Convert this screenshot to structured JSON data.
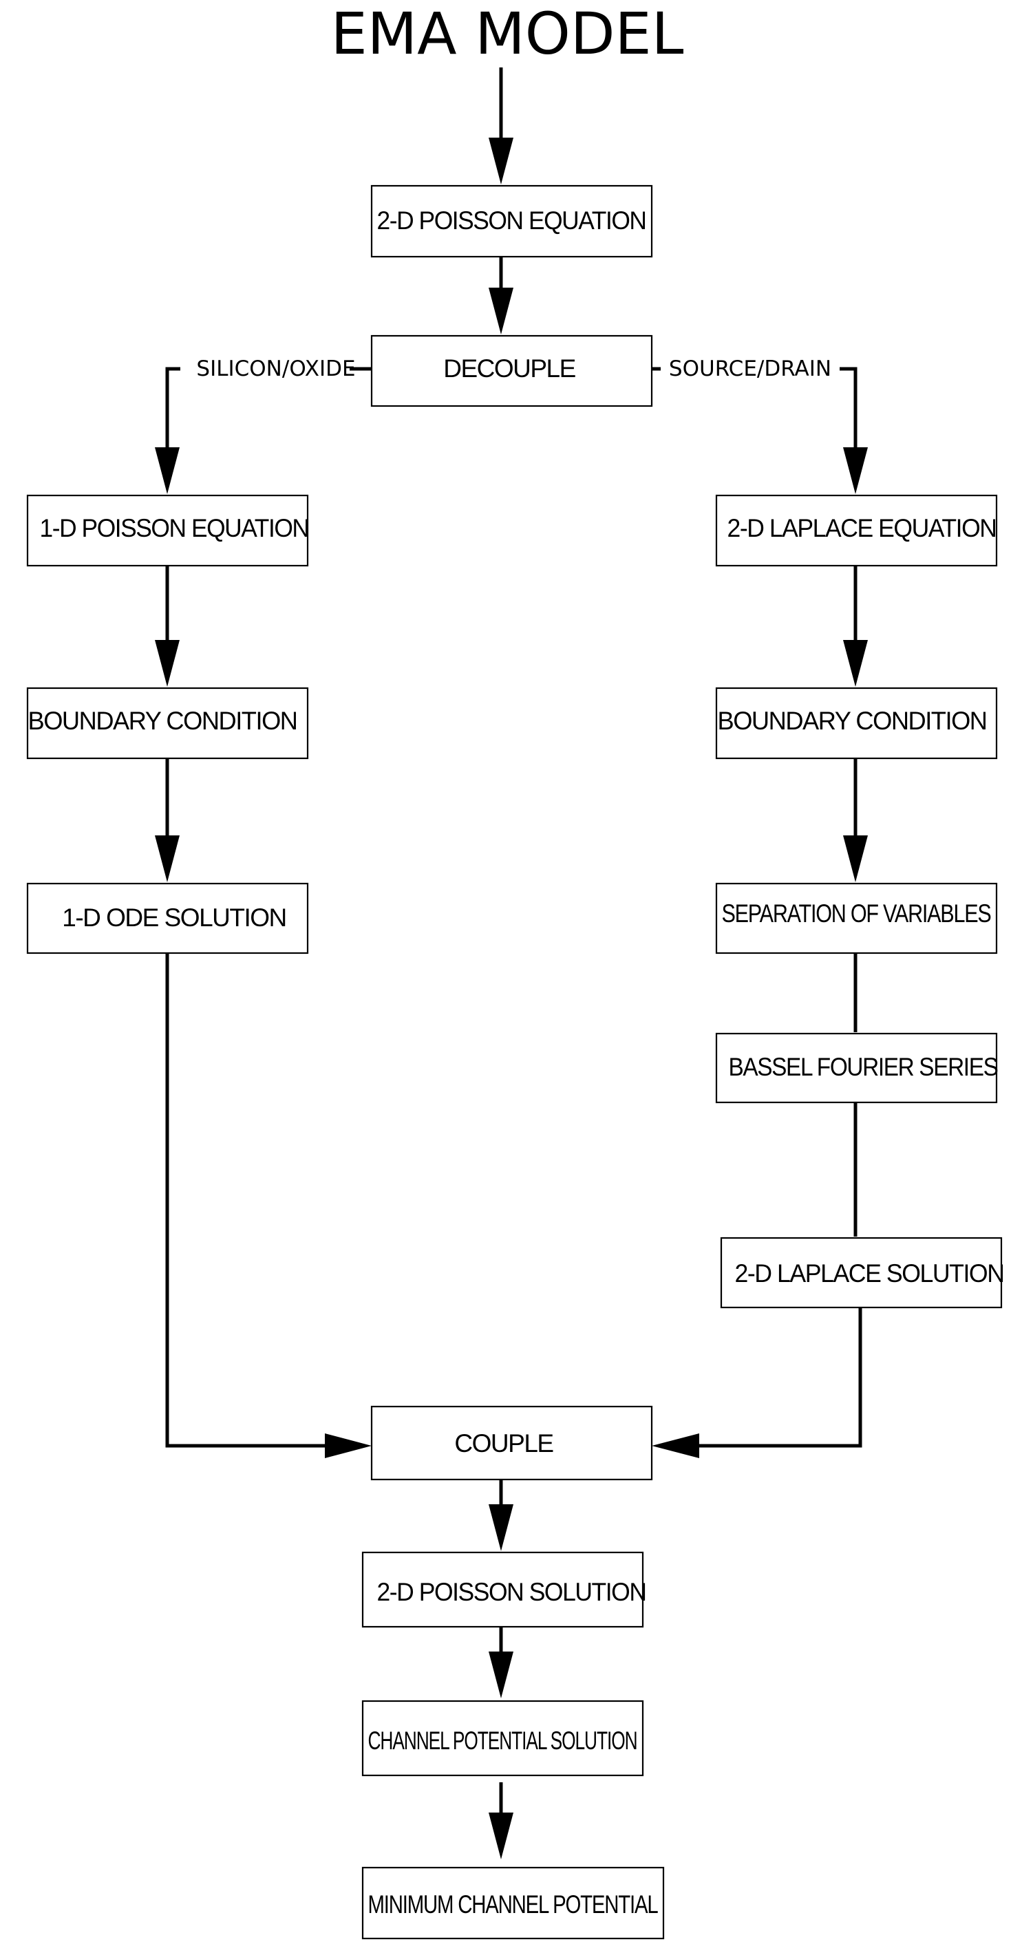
{
  "title": "EMA MODEL",
  "nodes": {
    "poisson_2d": "2-D POISSON EQUATION",
    "decouple": "DECOUPLE",
    "poisson_1d": "1-D POISSON EQUATION",
    "laplace_2d": "2-D LAPLACE EQUATION",
    "boundary_left": "BOUNDARY CONDITION",
    "boundary_right": "BOUNDARY CONDITION",
    "ode_1d": "1-D ODE SOLUTION",
    "separation": "SEPARATION OF VARIABLES",
    "bassel": "BASSEL FOURIER SERIES",
    "laplace_solution": "2-D LAPLACE SOLUTION",
    "couple": "COUPLE",
    "poisson_solution": "2-D POISSON SOLUTION",
    "channel_solution": "CHANNEL POTENTIAL SOLUTION",
    "minimum_potential": "MINIMUM CHANNEL POTENTIAL"
  },
  "edge_labels": {
    "left_branch": "SILICON/OXIDE",
    "right_branch": "SOURCE/DRAIN"
  },
  "edges": [
    {
      "from": "title",
      "to": "poisson_2d",
      "arrow": true
    },
    {
      "from": "poisson_2d",
      "to": "decouple",
      "arrow": true
    },
    {
      "from": "decouple",
      "to": "poisson_1d",
      "label": "left_branch",
      "arrow": true
    },
    {
      "from": "decouple",
      "to": "laplace_2d",
      "label": "right_branch",
      "arrow": true
    },
    {
      "from": "poisson_1d",
      "to": "boundary_left",
      "arrow": true
    },
    {
      "from": "boundary_left",
      "to": "ode_1d",
      "arrow": true
    },
    {
      "from": "laplace_2d",
      "to": "boundary_right",
      "arrow": true
    },
    {
      "from": "boundary_right",
      "to": "separation",
      "arrow": true
    },
    {
      "from": "separation",
      "to": "bassel",
      "arrow": false
    },
    {
      "from": "bassel",
      "to": "laplace_solution",
      "arrow": false
    },
    {
      "from": "ode_1d",
      "to": "couple",
      "arrow": true
    },
    {
      "from": "laplace_solution",
      "to": "couple",
      "arrow": true
    },
    {
      "from": "couple",
      "to": "poisson_solution",
      "arrow": true
    },
    {
      "from": "poisson_solution",
      "to": "channel_solution",
      "arrow": true
    },
    {
      "from": "channel_solution",
      "to": "minimum_potential",
      "arrow": true
    }
  ]
}
